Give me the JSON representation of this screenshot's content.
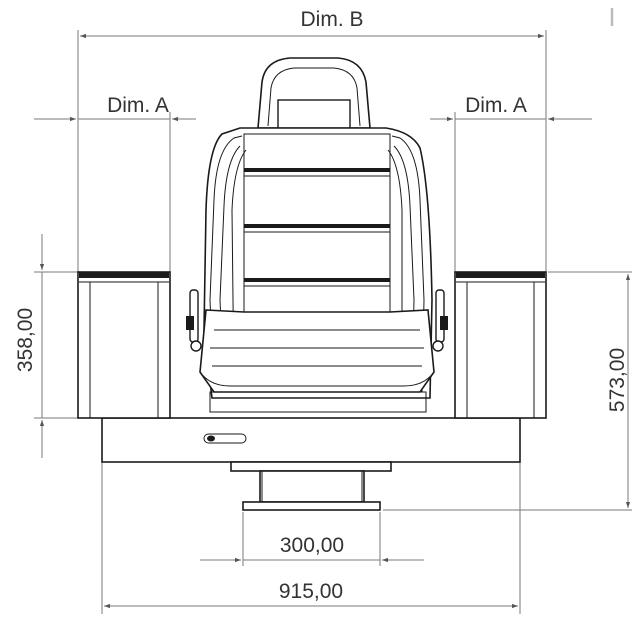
{
  "drawing": {
    "labels": {
      "dim_b": "Dim. B",
      "dim_a_left": "Dim. A",
      "dim_a_right": "Dim. A",
      "height_armrest": "358,00",
      "height_total": "573,00",
      "width_pedestal": "300,00",
      "width_base": "915,00"
    },
    "corner_mark": "I"
  }
}
